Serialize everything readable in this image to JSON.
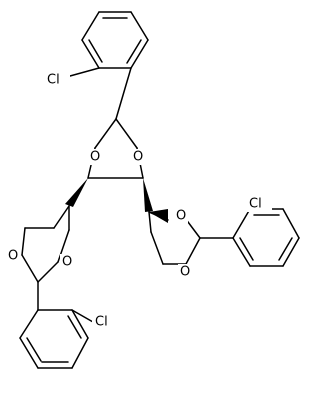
{
  "structure": {
    "atom_labels": {
      "cl_top": "Cl",
      "o_top_left": "O",
      "o_top_right": "O",
      "o_mid_right": "O",
      "o_mid_right_lower": "O",
      "cl_right": "Cl",
      "o_left_upper": "O",
      "o_left_lower": "O",
      "cl_bottom": "Cl"
    },
    "colors": {
      "ink": "#000000",
      "background": "#ffffff"
    }
  }
}
